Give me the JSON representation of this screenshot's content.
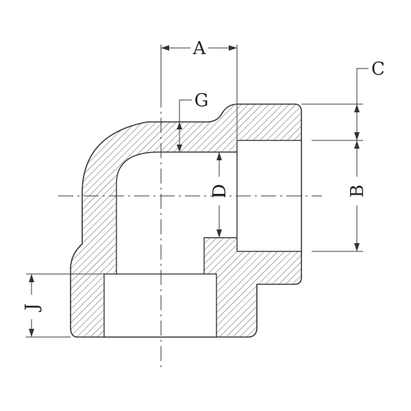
{
  "dimension_labels": {
    "A": "A",
    "B": "B",
    "C": "C",
    "D": "D",
    "G": "G",
    "J": "J"
  },
  "colors": {
    "line": "#333333",
    "background": "#ffffff"
  }
}
